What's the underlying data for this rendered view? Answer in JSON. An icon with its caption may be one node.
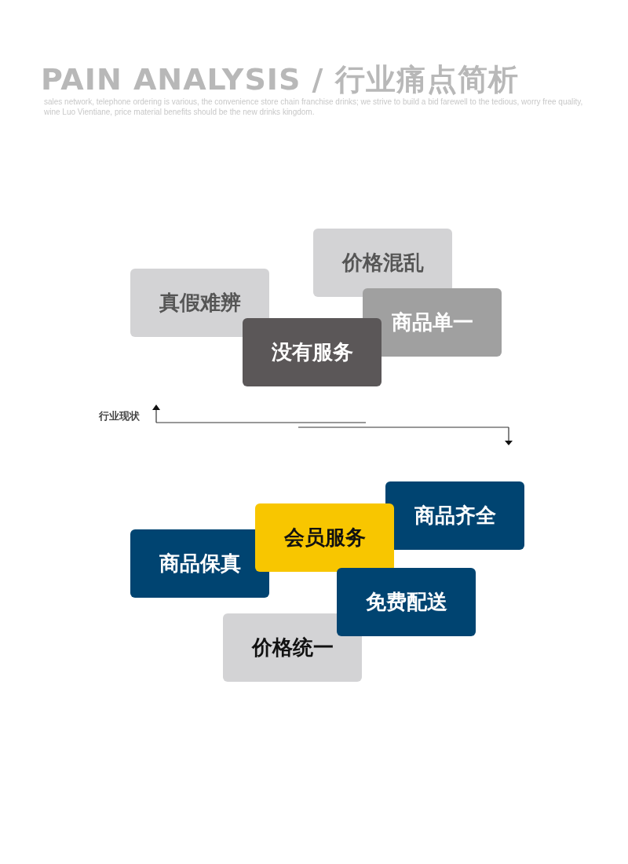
{
  "diagram": {
    "title": "PAIN ANALYSIS / 行业痛点简析",
    "nodes": [
      {
        "text": [
          "价格混乱"
        ]
      },
      {
        "text": [
          "真假难辨"
        ]
      },
      {
        "text": [
          "商品单一"
        ]
      },
      {
        "text": [
          "没有服务"
        ]
      },
      {
        "text": [
          "商品齐全"
        ]
      },
      {
        "text": [
          "会员服务"
        ]
      },
      {
        "text": [
          "商品保真"
        ]
      },
      {
        "text": [
          "免费配送"
        ]
      },
      {
        "text": [
          "价格统一"
        ]
      }
    ],
    "labels": [
      "sales network, telephone ordering is various, the convenience store chain franchise drinks; we strive to build a bid farewell to the tedious, worry free quality, wine Luo Vientiane, price material benefits should be the new drinks kingdom.",
      "行业现状"
    ]
  }
}
